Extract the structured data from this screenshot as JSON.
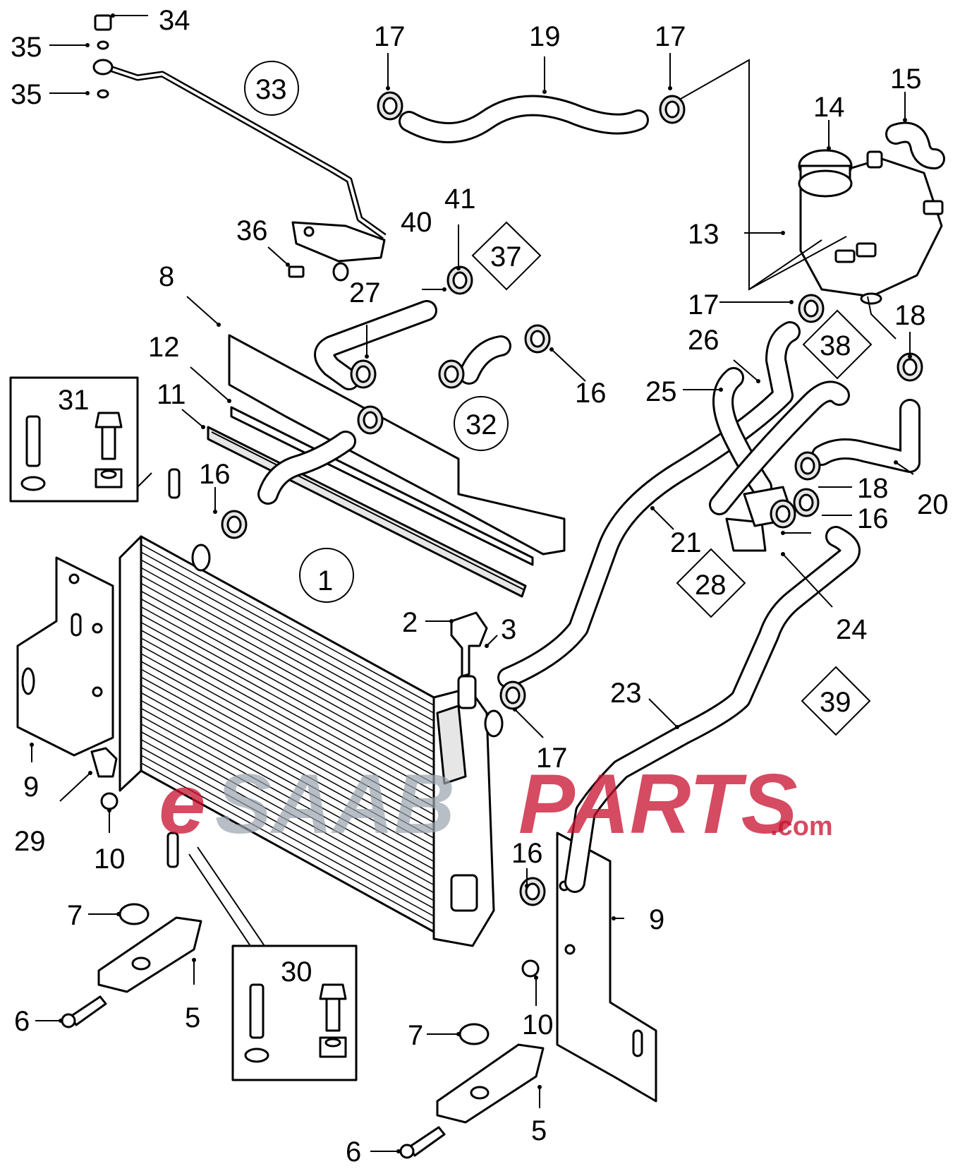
{
  "callouts": {
    "c1": "1",
    "c2": "2",
    "c3": "3",
    "c5a": "5",
    "c5b": "5",
    "c6a": "6",
    "c6b": "6",
    "c7a": "7",
    "c7b": "7",
    "c8": "8",
    "c9a": "9",
    "c9b": "9",
    "c10a": "10",
    "c10b": "10",
    "c11": "11",
    "c12": "12",
    "c13": "13",
    "c14": "14",
    "c15": "15",
    "c16a": "16",
    "c16b": "16",
    "c16c": "16",
    "c16d": "16",
    "c17a": "17",
    "c17b": "17",
    "c17c": "17",
    "c17d": "17",
    "c18a": "18",
    "c18b": "18",
    "c19": "19",
    "c20": "20",
    "c21": "21",
    "c23": "23",
    "c24": "24",
    "c25": "25",
    "c26": "26",
    "c27": "27",
    "c28": "28",
    "c29": "29",
    "c30": "30",
    "c31": "31",
    "c32": "32",
    "c33": "33",
    "c34": "34",
    "c35a": "35",
    "c35b": "35",
    "c36": "36",
    "c37": "37",
    "c38": "38",
    "c39": "39",
    "c40": "40",
    "c41": "41"
  },
  "watermark": {
    "e": "e",
    "saab": "SAAB",
    "parts": "PARTS",
    "domain": ".com",
    "brand_red": "#c8102e",
    "brand_gray": "#9aa3ad"
  }
}
